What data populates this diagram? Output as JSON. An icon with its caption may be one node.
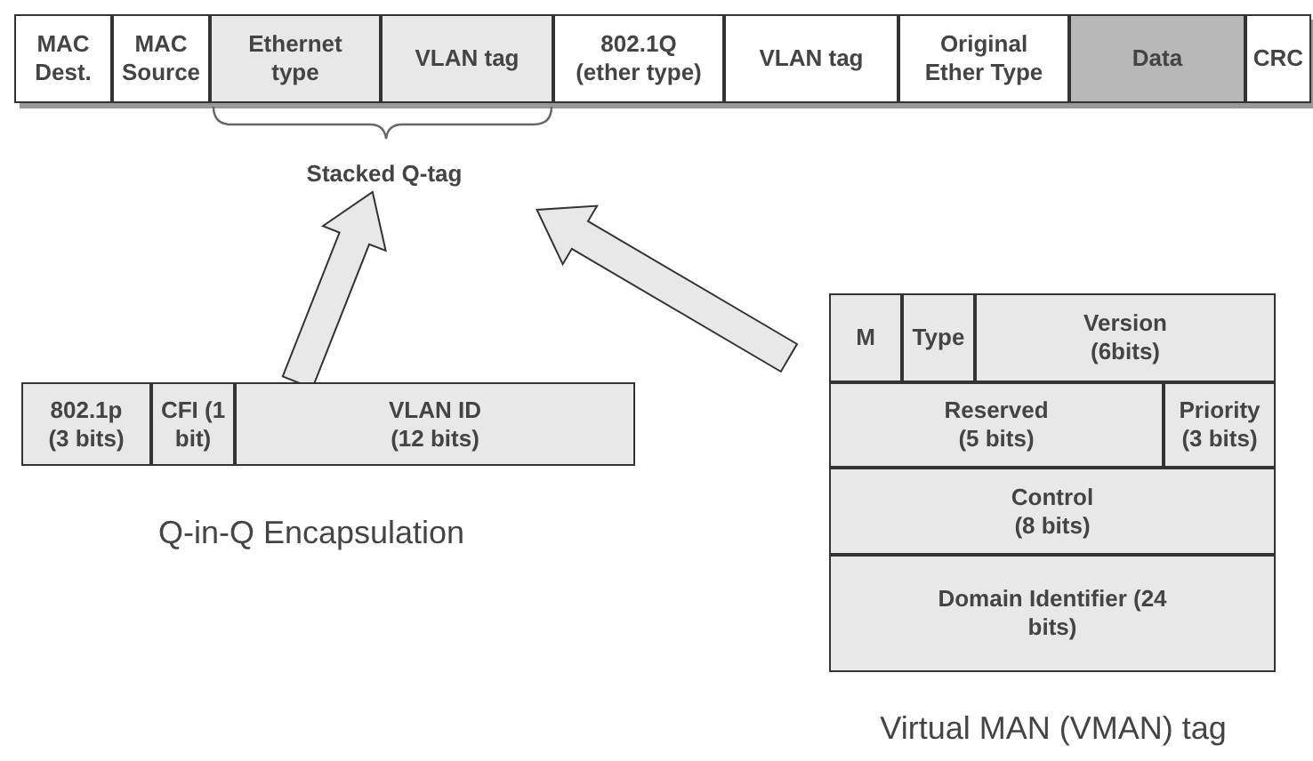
{
  "diagram": {
    "nodes": [
      {
        "text": [
          "MAC Dest."
        ]
      },
      {
        "text": [
          "MAC Source"
        ]
      },
      {
        "text": [
          "Ethernet type"
        ]
      },
      {
        "text": [
          "VLAN tag"
        ]
      },
      {
        "text": [
          "802.1Q (ether type)"
        ]
      },
      {
        "text": [
          "VLAN tag"
        ]
      },
      {
        "text": [
          "Original Ether Type"
        ]
      },
      {
        "text": [
          "Data"
        ]
      },
      {
        "text": [
          "CRC"
        ]
      },
      {
        "text": [
          "Stacked Q-tag"
        ]
      },
      {
        "text": [],
        "shape": "box",
        "beside": [
          "Q-in-Q Encapsulation"
        ]
      },
      {
        "text": [
          "802.1p (3 bits)"
        ],
        "in": 10
      },
      {
        "text": [
          "CFI (1 bit)"
        ],
        "in": 10
      },
      {
        "text": [
          "VLAN ID (12 bits)"
        ],
        "in": 10
      },
      {
        "text": [],
        "shape": "box",
        "beside": [
          "Virtual MAN (VMAN) tag"
        ]
      },
      {
        "text": [
          "M"
        ],
        "in": 14
      },
      {
        "text": [
          "Type"
        ],
        "in": 14
      },
      {
        "text": [
          "Version (6bits)"
        ],
        "in": 14
      },
      {
        "text": [
          "Reserved (5 bits)"
        ],
        "in": 14
      },
      {
        "text": [
          "Priority (3 bits)"
        ],
        "in": 14
      },
      {
        "text": [
          "Control (8 bits)"
        ],
        "in": 14
      },
      {
        "text": [
          "Domain Identifier (24 bits)"
        ],
        "in": 14
      }
    ],
    "edges": [
      {
        "from": 10,
        "to": 9,
        "arrow": "to"
      },
      {
        "from": 14,
        "to": 9,
        "arrow": "to"
      }
    ]
  }
}
